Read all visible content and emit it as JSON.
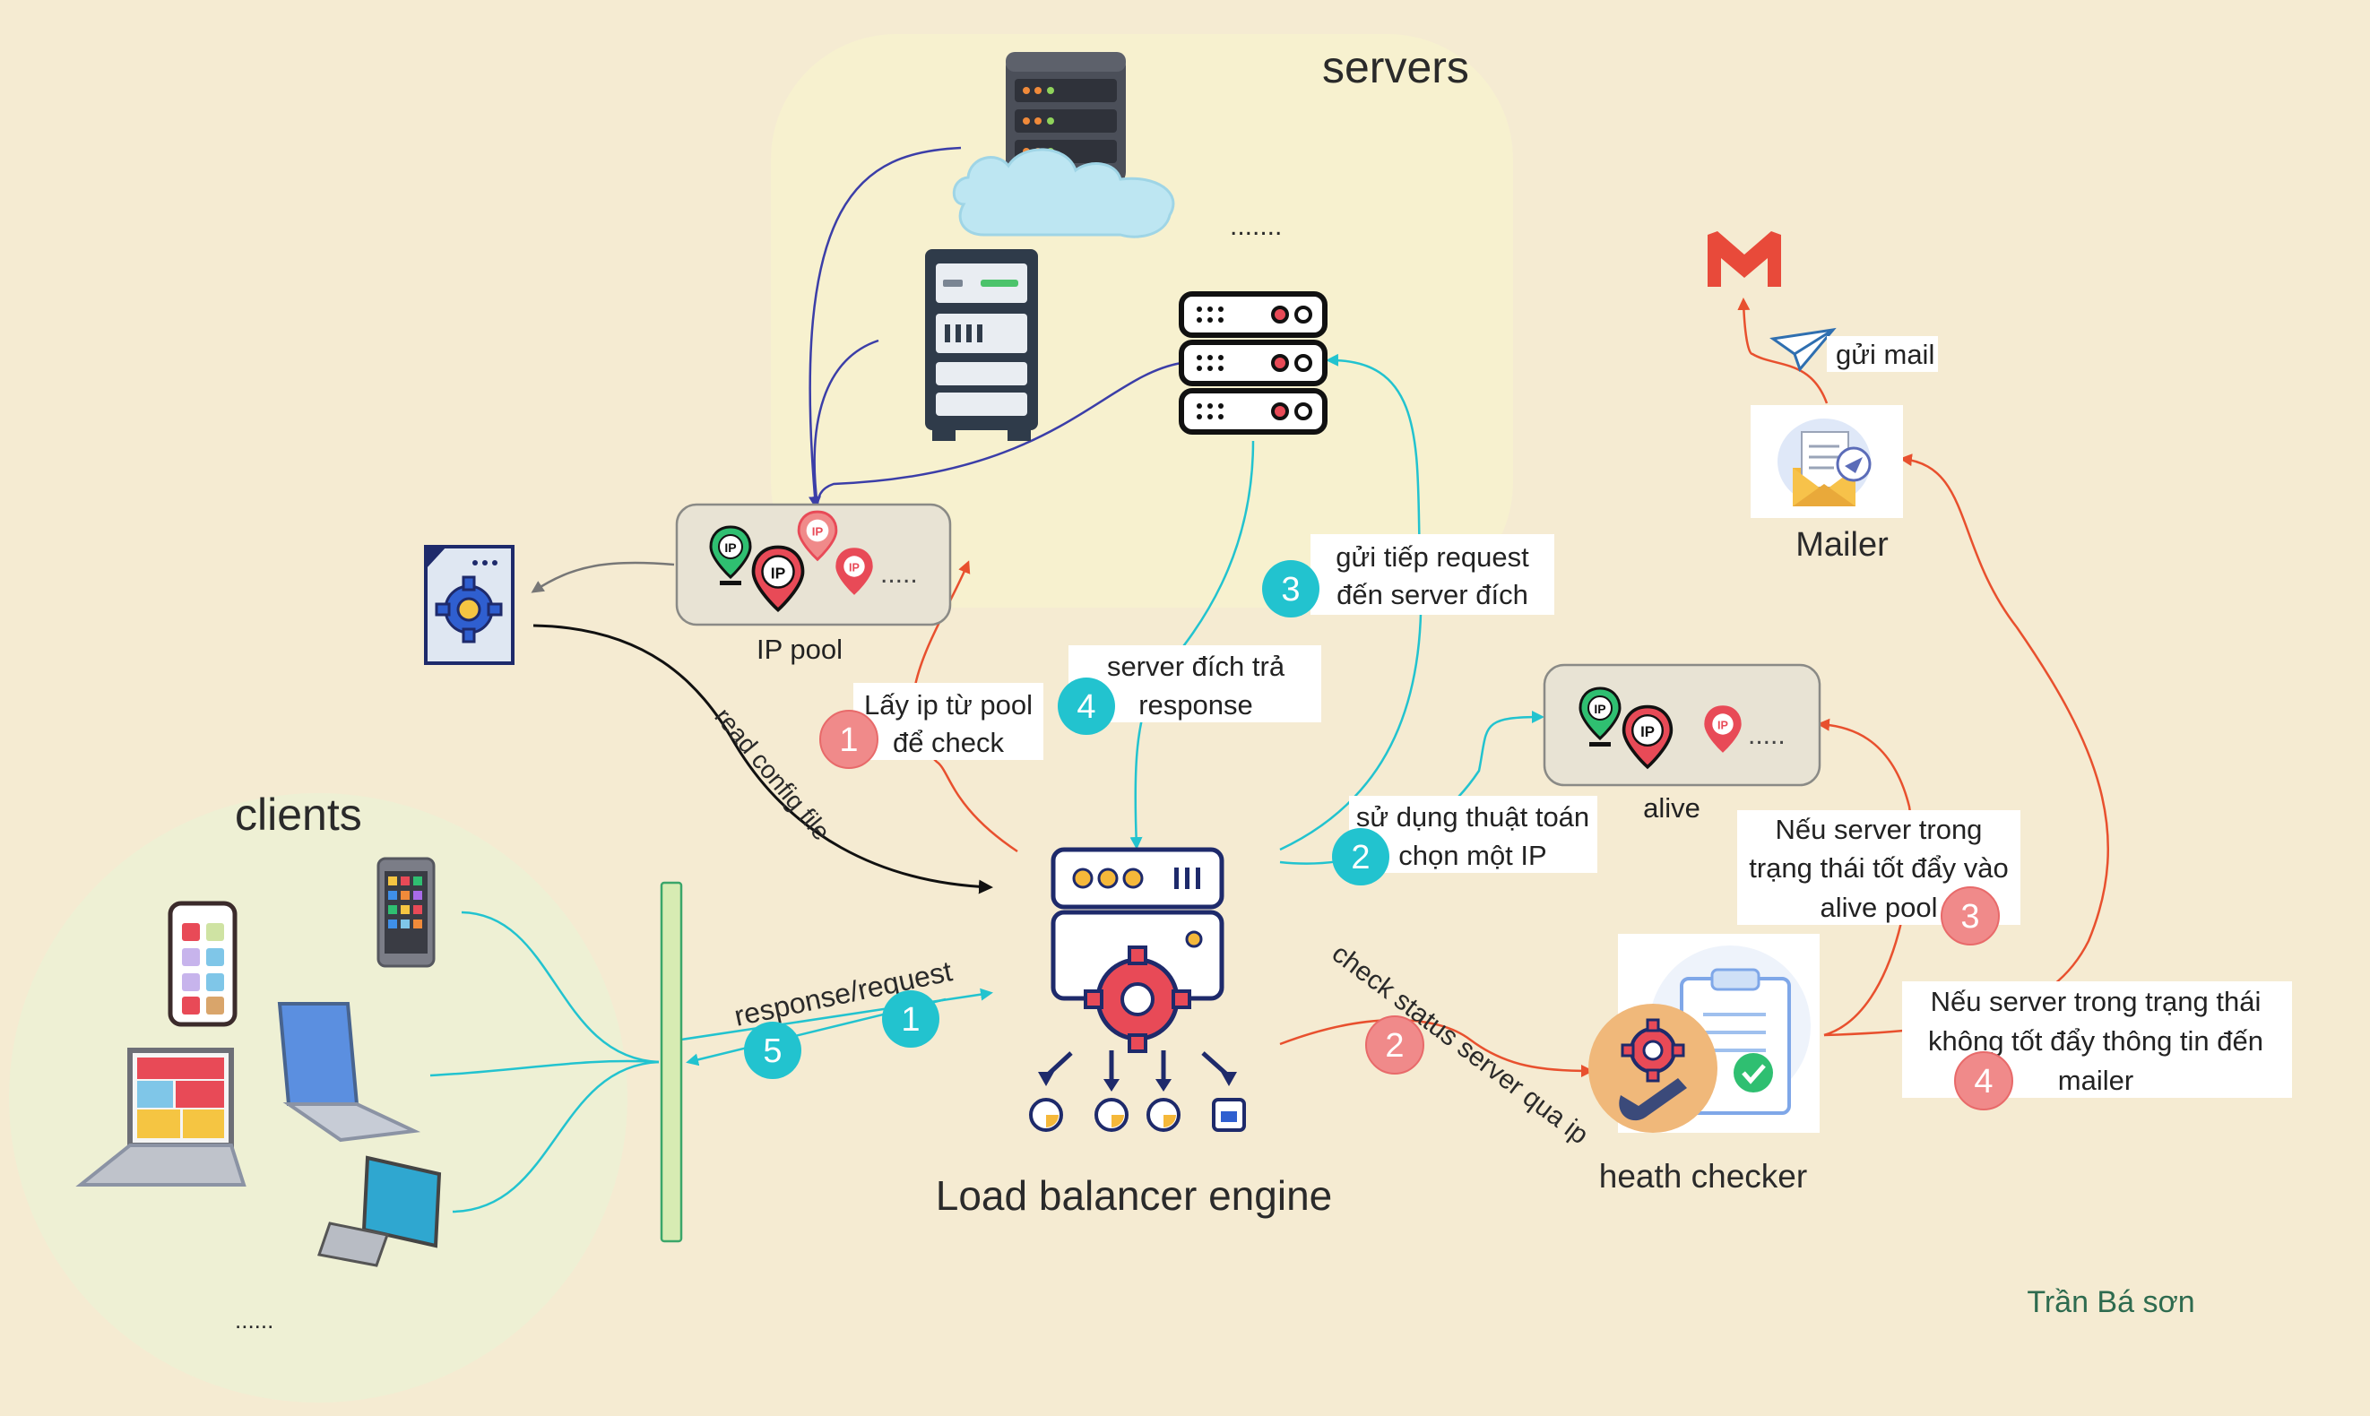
{
  "regions": {
    "servers_title": "servers",
    "servers_more": ".......",
    "clients_title": "clients",
    "clients_more": "......"
  },
  "nodes": {
    "ip_pool": "IP pool",
    "alive": "alive",
    "mailer": "Mailer",
    "load_balancer": "Load balancer engine",
    "health_checker": "heath checker",
    "ip_badge": "IP",
    "ip_dots": "....."
  },
  "edges": {
    "read_config": "read config file",
    "response_request": "response/request",
    "send_mail": "gửi mail",
    "check_status": "check status server qua ip"
  },
  "steps": [
    {
      "num": "1",
      "lines": [
        "Lấy ip từ pool",
        "để check"
      ],
      "color": "#f08a8a"
    },
    {
      "num": "2",
      "lines": [
        "sử dụng thuật toán",
        "chọn một IP"
      ],
      "color": "#22c3cf"
    },
    {
      "num": "3",
      "lines": [
        "gửi tiếp request",
        "đến server đích"
      ],
      "color": "#22c3cf"
    },
    {
      "num": "4",
      "lines": [
        "server đích trả",
        "response"
      ],
      "color": "#22c3cf"
    },
    {
      "num": "3",
      "lines": [
        "Nếu server trong",
        "trạng thái tốt đẩy vào",
        "alive pool"
      ],
      "color": "#f08a8a"
    },
    {
      "num": "4",
      "lines": [
        "Nếu server trong trạng thái",
        "không tốt đẩy thông tin đến",
        "mailer"
      ],
      "color": "#f08a8a"
    }
  ],
  "badges": {
    "req_in": "1",
    "resp_out": "5",
    "check": "2"
  },
  "author": "Trần Bá sơn",
  "colors": {
    "background": "#f5ebd2",
    "servers_region": "#f7f1cf",
    "clients_region": "#eef0d4",
    "teal": "#22c3cf",
    "salmon": "#f08a8a",
    "red_line": "#e8502e",
    "navy_line": "#3b3ea8",
    "author": "#2e6b4f"
  }
}
